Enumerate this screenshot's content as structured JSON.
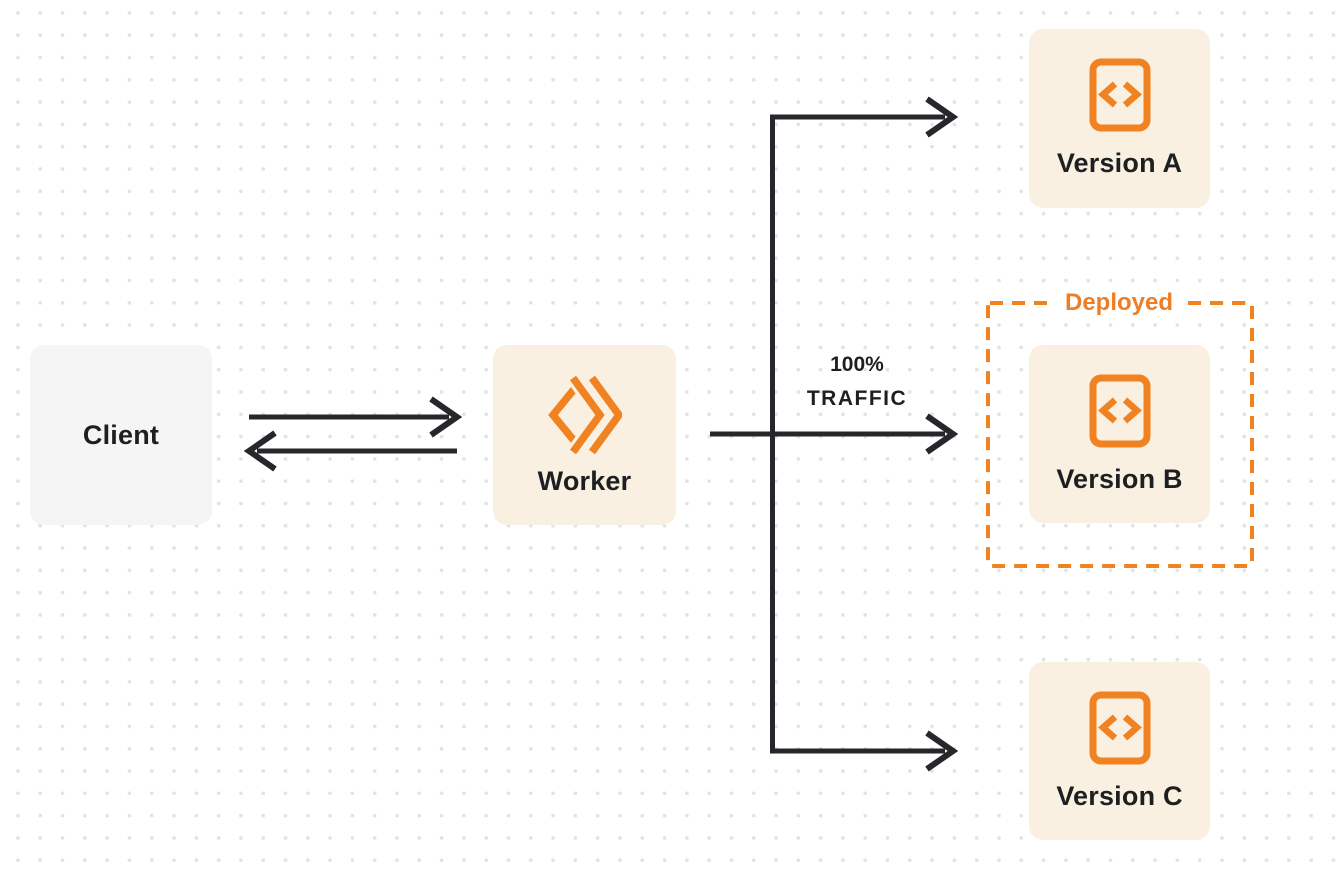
{
  "colors": {
    "accent_orange": "#F08222",
    "deployed_orange": "#EE7E25",
    "node_cream": "#FAF0E2",
    "client_gray": "#F5F5F6",
    "line_dark": "#26272A",
    "text_dark": "#1D1F21",
    "dot_gray": "#E2E3E4"
  },
  "nodes": {
    "client": {
      "label": "Client"
    },
    "worker": {
      "label": "Worker",
      "icon": "workers-logo-icon"
    },
    "versions": [
      {
        "label": "Version A",
        "icon": "code-file-icon"
      },
      {
        "label": "Version B",
        "icon": "code-file-icon"
      },
      {
        "label": "Version C",
        "icon": "code-file-icon"
      }
    ]
  },
  "annotations": {
    "deployed_label": "Deployed",
    "traffic_line1": "100%",
    "traffic_line2": "TRAFFIC"
  }
}
